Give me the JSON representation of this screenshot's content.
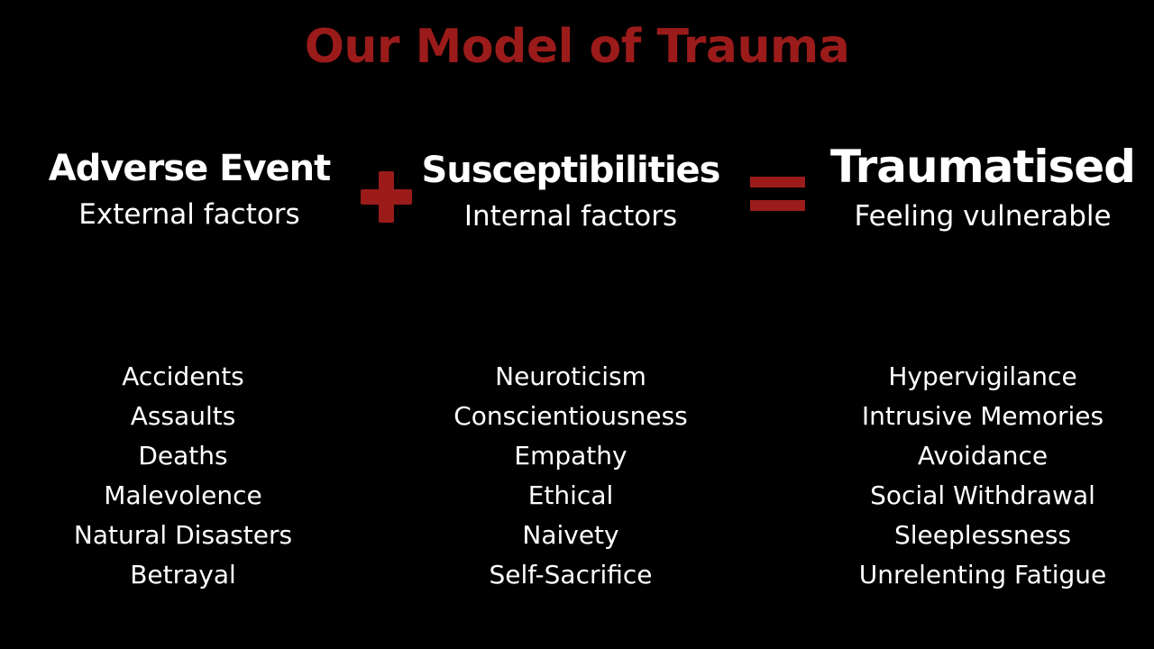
{
  "title": "Our Model of Trauma",
  "accent_color": "#9b1b1b",
  "columns": [
    {
      "heading": "Adverse Event",
      "subheading": "External factors",
      "items": [
        "Accidents",
        "Assaults",
        "Deaths",
        "Malevolence",
        "Natural Disasters",
        "Betrayal"
      ]
    },
    {
      "heading": "Susceptibilities",
      "subheading": "Internal factors",
      "items": [
        "Neuroticism",
        "Conscientiousness",
        "Empathy",
        "Ethical",
        "Naivety",
        "Self-Sacrifice"
      ]
    },
    {
      "heading": "Traumatised",
      "subheading": "Feeling vulnerable",
      "items": [
        "Hypervigilance",
        "Intrusive Memories",
        "Avoidance",
        "Social Withdrawal",
        "Sleeplessness",
        "Unrelenting Fatigue"
      ]
    }
  ],
  "operators": [
    "plus-icon",
    "equals-icon"
  ]
}
